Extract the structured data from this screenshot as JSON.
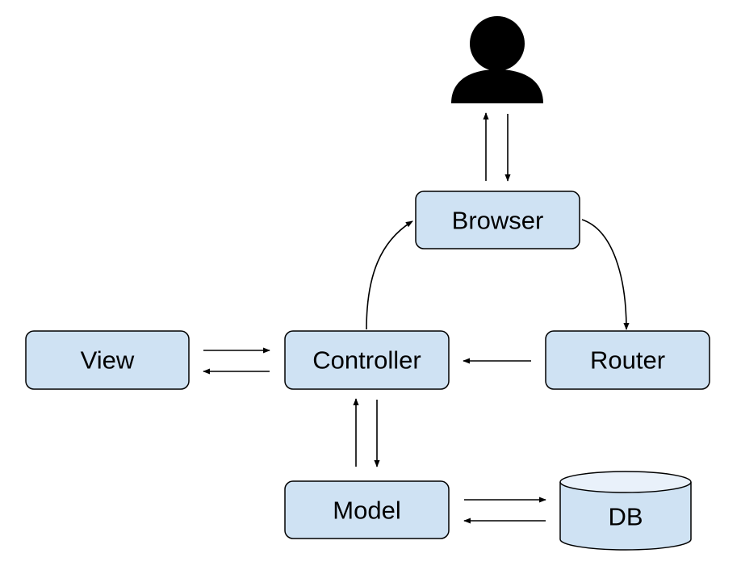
{
  "diagram": {
    "colors": {
      "node_fill": "#cfe2f3",
      "node_stroke": "#000000",
      "db_top_fill": "#e9f1fa",
      "arrow": "#000000",
      "user_icon": "#000000",
      "background": "#ffffff"
    },
    "nodes": {
      "browser": {
        "label": "Browser"
      },
      "view": {
        "label": "View"
      },
      "controller": {
        "label": "Controller"
      },
      "router": {
        "label": "Router"
      },
      "model": {
        "label": "Model"
      },
      "db": {
        "label": "DB"
      }
    },
    "icons": {
      "user": "user-silhouette-icon"
    },
    "edges": [
      {
        "from": "browser",
        "to": "user"
      },
      {
        "from": "user",
        "to": "browser"
      },
      {
        "from": "browser",
        "to": "router"
      },
      {
        "from": "router",
        "to": "controller"
      },
      {
        "from": "controller",
        "to": "browser"
      },
      {
        "from": "view",
        "to": "controller"
      },
      {
        "from": "controller",
        "to": "view"
      },
      {
        "from": "model",
        "to": "controller"
      },
      {
        "from": "controller",
        "to": "model"
      },
      {
        "from": "model",
        "to": "db"
      },
      {
        "from": "db",
        "to": "model"
      }
    ]
  }
}
